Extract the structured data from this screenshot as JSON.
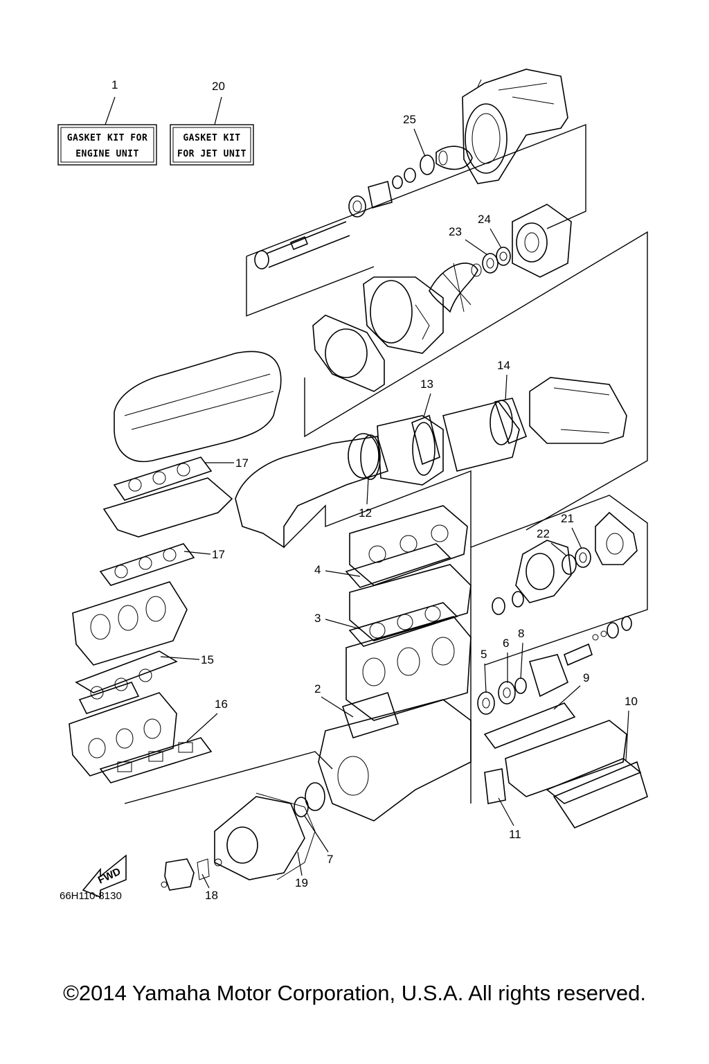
{
  "labels": {
    "engine_kit_line1": "GASKET KIT FOR",
    "engine_kit_line2": "ENGINE UNIT",
    "jet_kit_line1": "GASKET KIT",
    "jet_kit_line2": "FOR JET UNIT",
    "fwd": "FWD",
    "diagram_code": "66H110-8130",
    "copyright": "©2014 Yamaha Motor Corporation, U.S.A. All rights reserved."
  },
  "callouts": {
    "c1": "1",
    "c2": "2",
    "c3": "3",
    "c4": "4",
    "c5": "5",
    "c6": "6",
    "c7": "7",
    "c8": "8",
    "c9": "9",
    "c10": "10",
    "c11": "11",
    "c12": "12",
    "c13": "13",
    "c14": "14",
    "c15": "15",
    "c16": "16",
    "c17a": "17",
    "c17b": "17",
    "c18": "18",
    "c19": "19",
    "c20": "20",
    "c21": "21",
    "c22": "22",
    "c23": "23",
    "c24": "24",
    "c25": "25"
  }
}
